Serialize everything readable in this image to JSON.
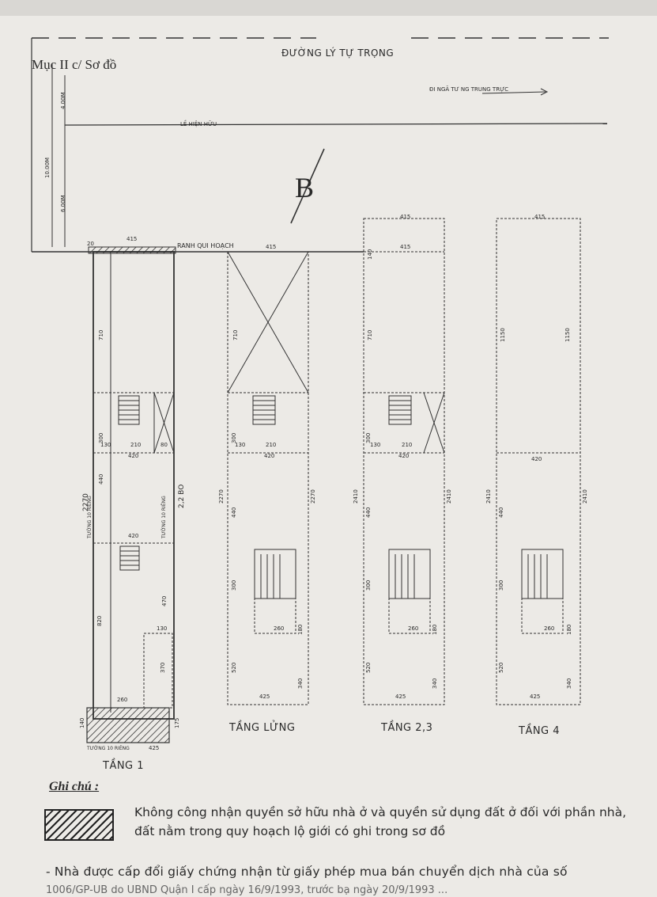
{
  "section_title": "Mục II c/ Sơ đồ",
  "street_name": "ĐƯỜNG LÝ TỰ TRỌNG",
  "direction_note": "ĐI NGÃ TƯ NG TRUNG TRỰC",
  "sidewalk_label": "LỀ HIỆN HỮU",
  "plan_boundary_label": "RANH QUI HOẠCH",
  "north_marker": "B",
  "left_dims": {
    "top": "4.00M",
    "total": "10.00M",
    "lower": "6.00M"
  },
  "floors": {
    "tang1": {
      "label": "TẦNG 1",
      "dims": [
        "20",
        "415",
        "710",
        "300",
        "130",
        "210",
        "80",
        "420",
        "2270",
        "440",
        "2,2 BO",
        "420",
        "470",
        "820",
        "130",
        "370",
        "260",
        "140",
        "175",
        "425"
      ],
      "wall_labels": [
        "TƯỜNG 10 RIÊNG",
        "TƯỜNG 10 RIÊNG",
        "TƯỜNG 10 RIÊNG"
      ]
    },
    "tang_lung": {
      "label": "TẦNG LỬNG",
      "dims": [
        "415",
        "710",
        "300",
        "130",
        "210",
        "420",
        "2270",
        "440",
        "2270",
        "300",
        "180",
        "260",
        "520",
        "340",
        "425"
      ]
    },
    "tang_23": {
      "label": "TẦNG 2,3",
      "dims": [
        "415",
        "140",
        "415",
        "710",
        "300",
        "130",
        "210",
        "420",
        "2410",
        "440",
        "2410",
        "300",
        "180",
        "260",
        "520",
        "340",
        "425"
      ]
    },
    "tang_4": {
      "label": "TẦNG 4",
      "dims": [
        "415",
        "1150",
        "1150",
        "420",
        "2410",
        "440",
        "2410",
        "300",
        "180",
        "260",
        "520",
        "340",
        "425"
      ]
    }
  },
  "legend": {
    "heading": "Ghi chú :",
    "text": "Không công nhận quyền sở hữu nhà ở và quyền sử dụng đất ở đối với phần nhà, đất nằm trong quy hoạch lộ giới có ghi trong sơ đồ"
  },
  "note": "- Nhà được cấp đổi giấy chứng nhận từ giấy phép mua bán chuyển dịch nhà của số",
  "note_cut": "1006/GP-UB do UBND Quận I cấp ngày 16/9/1993, trước bạ ngày 20/9/1993 ..."
}
